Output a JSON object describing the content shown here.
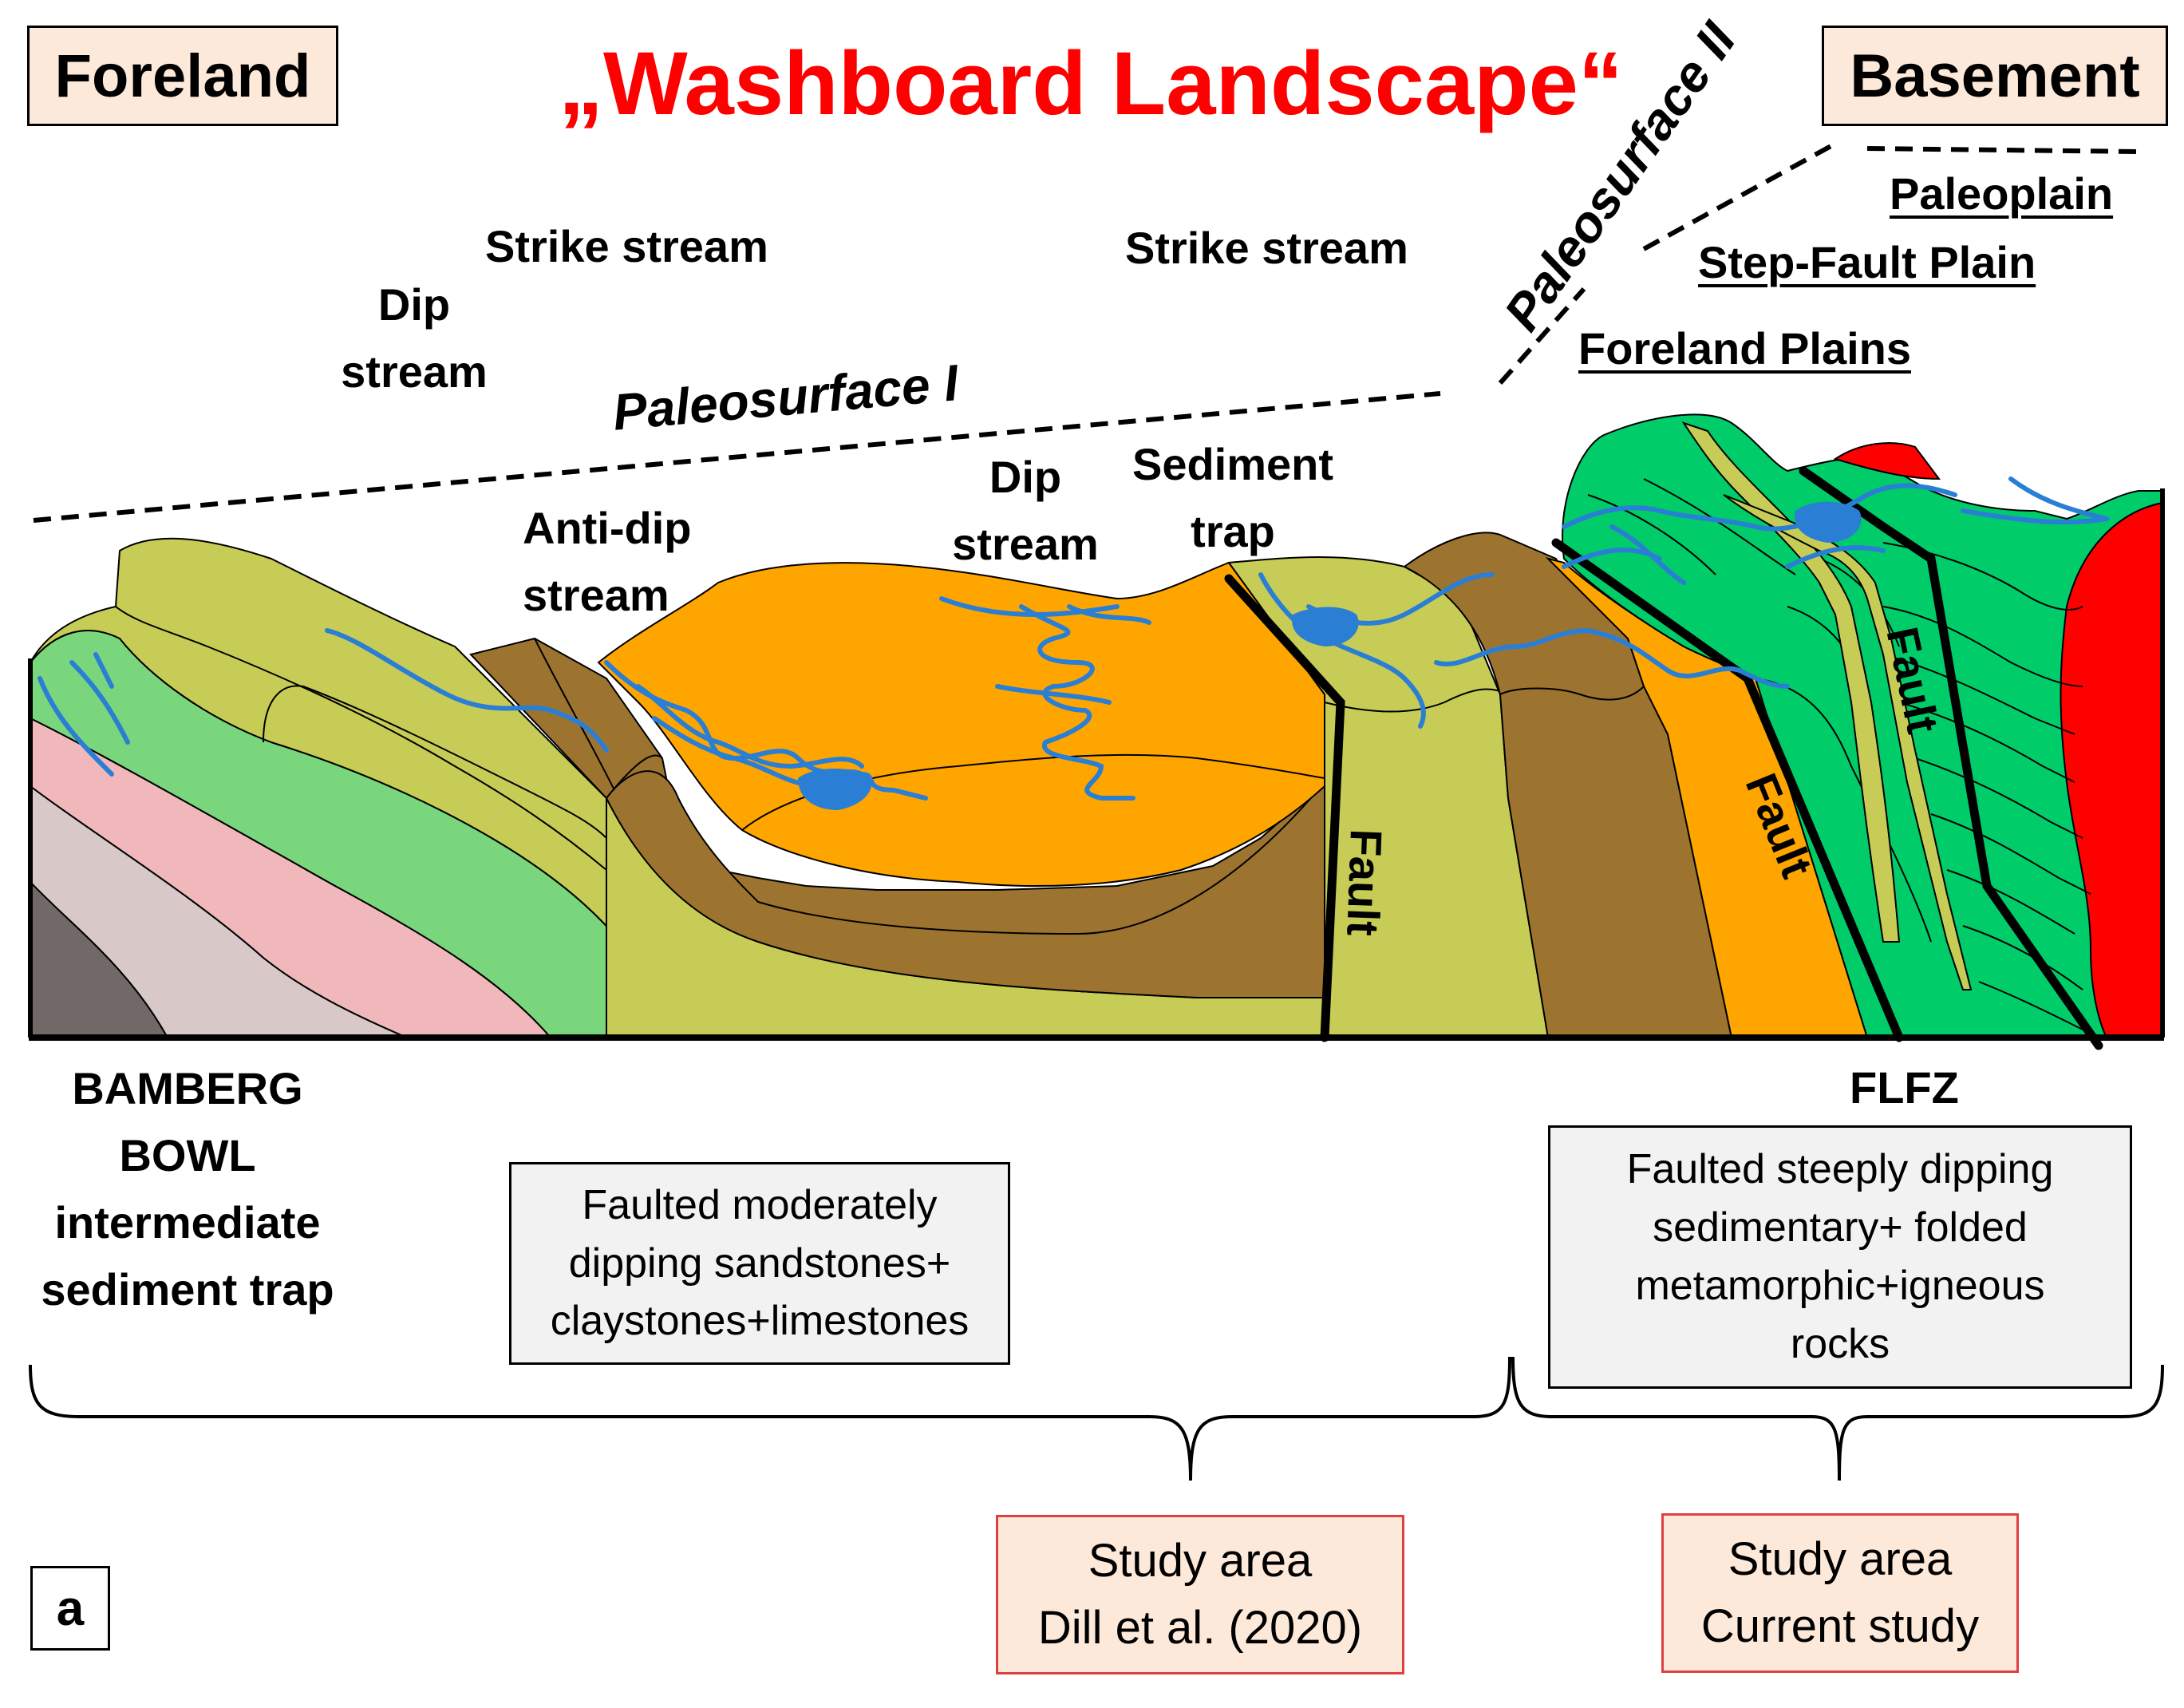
{
  "title": "„Washboard Landscape“",
  "corner_tags": {
    "left": "Foreland",
    "right": "Basement"
  },
  "surfaces": {
    "paleosurface_1": "Paleosurface I",
    "paleosurface_2": "Paleosurface II"
  },
  "surface_levels": {
    "paleoplain": "Paleoplain",
    "step_fault_plain": "Step-Fault Plain",
    "foreland_plains": "Foreland Plains"
  },
  "stream_labels": {
    "strike_stream_left": "Strike stream",
    "dip_stream_left_line1": "Dip",
    "dip_stream_left_line2": "stream",
    "strike_stream_right": "Strike stream",
    "anti_dip_line1": "Anti-dip",
    "anti_dip_line2": "stream",
    "dip_stream_mid_line1": "Dip",
    "dip_stream_mid_line2": "stream",
    "sediment_trap_line1": "Sediment",
    "sediment_trap_line2": "trap"
  },
  "fault_label": "Fault",
  "bottom_labels": {
    "bamberg": [
      "BAMBERG",
      "BOWL",
      "intermediate",
      "sediment trap"
    ],
    "flfz": "FLFZ"
  },
  "info_boxes": {
    "left": [
      "Faulted moderately",
      "dipping sandstones+",
      "claystones+limestones"
    ],
    "right": [
      "Faulted steeply dipping",
      "sedimentary+ folded",
      "metamorphic+igneous",
      "rocks"
    ]
  },
  "study_areas": {
    "left": [
      "Study area",
      "Dill et al. (2020)"
    ],
    "right": [
      "Study area",
      "Current study"
    ]
  },
  "panel_label": "a",
  "colors": {
    "title_red": "#ff0000",
    "tag_fill": "#fde9d9",
    "study_border": "#e04040",
    "info_fill": "#f2f2f2",
    "water": "#2a7fd4",
    "olive": "#c6cc55",
    "light_green": "#79d67c",
    "pink": "#f0b8ba",
    "greyish": "#d8c8c8",
    "dark_grey": "#736868",
    "brown": "#9c7430",
    "orange": "#ffa500",
    "green": "#00cc6a",
    "red": "#ff0000"
  }
}
